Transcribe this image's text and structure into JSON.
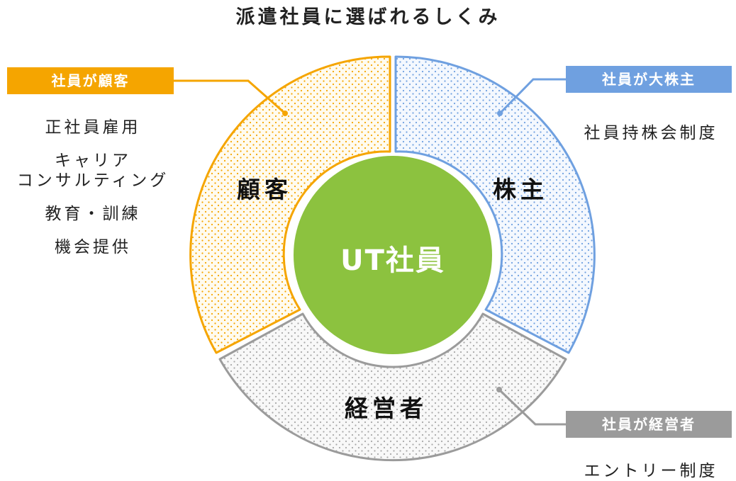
{
  "title": "派遣社員に選ばれるしくみ",
  "center": {
    "label": "UT社員",
    "color": "#8cc23f"
  },
  "segments": {
    "customer": {
      "label": "顧客",
      "tag": "社員が顧客",
      "color": "#f5a500",
      "items": [
        "正社員雇用",
        "キャリア",
        "コンサルティング",
        "教育・訓練",
        "機会提供"
      ]
    },
    "shareholder": {
      "label": "株主",
      "tag": "社員が大株主",
      "color": "#6fa0e0",
      "items": [
        "社員持株会制度"
      ]
    },
    "manager": {
      "label": "経営者",
      "tag": "社員が経営者",
      "color": "#9b9b9b",
      "items": [
        "エントリー制度"
      ]
    }
  }
}
